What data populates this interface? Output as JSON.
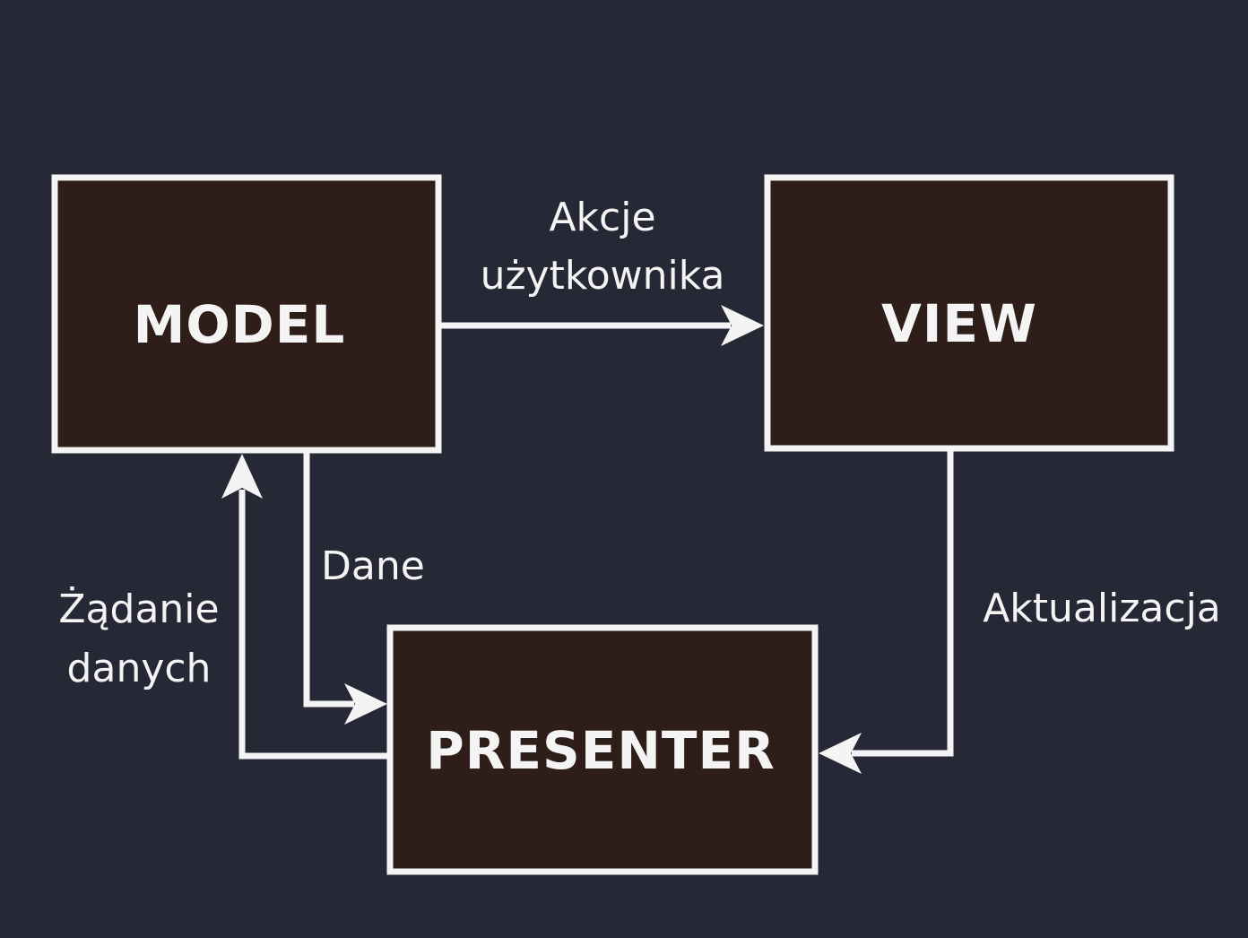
{
  "nodes": {
    "model": {
      "label": "MODEL"
    },
    "view": {
      "label": "VIEW"
    },
    "presenter": {
      "label": "PRESENTER"
    }
  },
  "edges": {
    "model_to_view": {
      "label_line1": "Akcje",
      "label_line2": "użytkownika"
    },
    "model_to_presenter": {
      "label": "Dane"
    },
    "presenter_to_model": {
      "label_line1": "Żądanie",
      "label_line2": "danych"
    },
    "view_to_presenter": {
      "label": "Aktualizacja"
    }
  },
  "colors": {
    "background": "#262836",
    "box_fill": "#2e1d18",
    "stroke": "#f4f4f4"
  }
}
